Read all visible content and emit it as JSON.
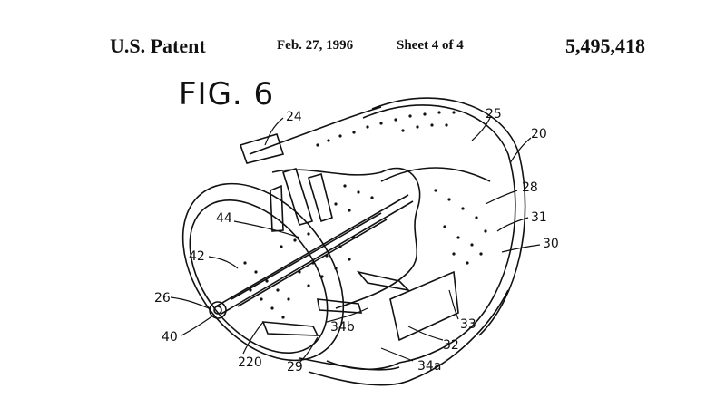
{
  "header": {
    "patent_label": "U.S. Patent",
    "date": "Feb. 27, 1996",
    "sheet": "Sheet 4 of 4",
    "patent_number": "5,495,418"
  },
  "figure": {
    "title": "FIG. 6",
    "reference_numerals": [
      "24",
      "25",
      "20",
      "28",
      "31",
      "30",
      "44",
      "42",
      "26",
      "40",
      "220",
      "29",
      "34b",
      "33",
      "32",
      "34a"
    ]
  }
}
